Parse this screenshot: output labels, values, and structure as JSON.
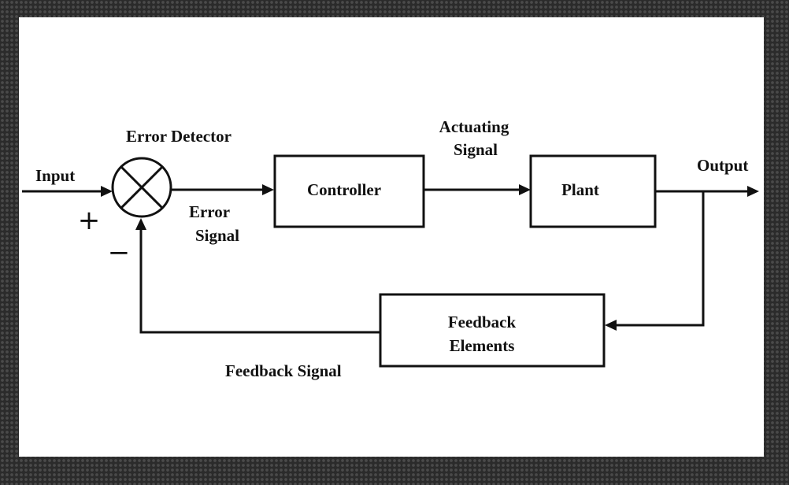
{
  "diagram": {
    "labels": {
      "input": "Input",
      "output": "Output",
      "error_detector": "Error Detector",
      "error_signal_1": "Error",
      "error_signal_2": "Signal",
      "actuating_1": "Actuating",
      "actuating_2": "Signal",
      "feedback_signal": "Feedback Signal",
      "plus": "+",
      "minus": "−"
    },
    "blocks": {
      "controller": "Controller",
      "plant": "Plant",
      "feedback_1": "Feedback",
      "feedback_2": "Elements"
    }
  }
}
